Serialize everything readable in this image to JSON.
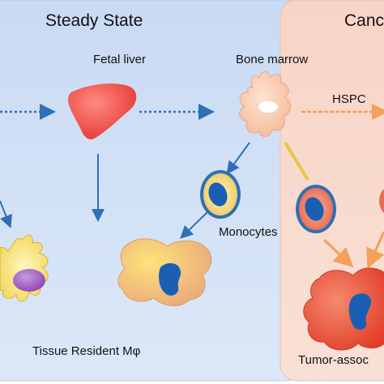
{
  "panels": {
    "steady": {
      "title": "Steady State",
      "color": "#cdddf5"
    },
    "cancer": {
      "title": "Canc",
      "color": "#f8d8cc"
    }
  },
  "labels": {
    "fetal_liver": "Fetal liver",
    "bone_marrow": "Bone marrow",
    "hspc": "HSPC",
    "monocytes": "Monocytes",
    "tissue_resident": "Tissue Resident Mφ",
    "tumor_associated": "Tumor-assoc"
  },
  "colors": {
    "blue_arrow": "#2f6fb5",
    "orange_arrow": "#f2a05a",
    "yellow_link": "#e8c545",
    "liver": "#ee4444",
    "marrow_cell": "#f8c9ad",
    "resident_macrophage": "#fbe98a",
    "tumor_macrophage": "#ee5535",
    "nucleus": "#1a5fb4",
    "nucleus_purple": "#9b59b6"
  }
}
